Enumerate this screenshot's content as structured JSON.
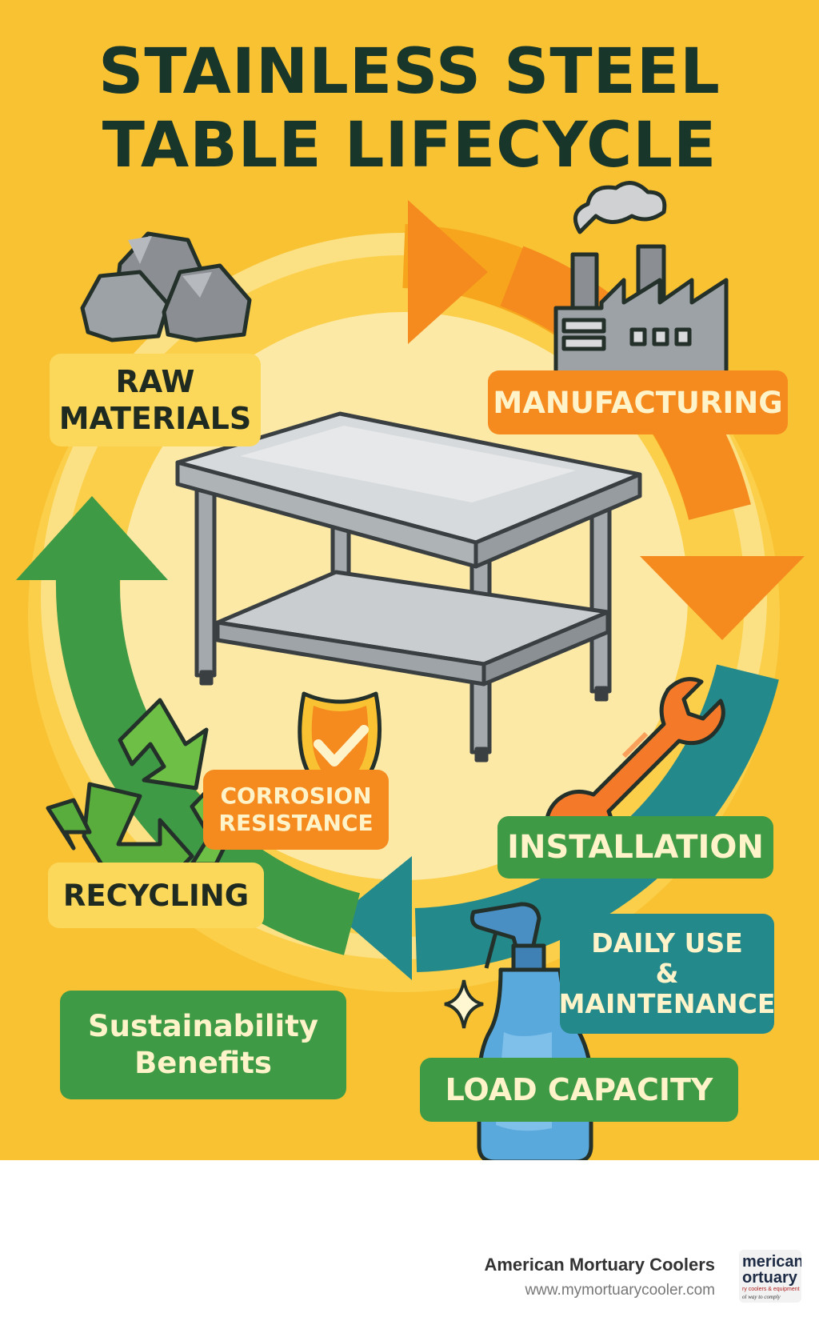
{
  "title": {
    "line1": "STAINLESS STEEL",
    "line2": "TABLE LIFECYCLE"
  },
  "stages": {
    "raw_materials": {
      "line1": "RAW",
      "line2": "MATERIALS"
    },
    "manufacturing": "MANUFACTURING",
    "installation": "INSTALLATION",
    "daily_use": {
      "line1": "DAILY USE",
      "line2": "&",
      "line3": "MAINTENANCE"
    },
    "load_capacity": "LOAD CAPACITY",
    "corrosion": {
      "line1": "CORROSION",
      "line2": "RESISTANCE"
    },
    "recycling": "RECYCLING",
    "sustainability": {
      "line1": "Sustainability",
      "line2": "Benefits"
    }
  },
  "icons": [
    "rocks-icon",
    "factory-icon",
    "table-icon",
    "wrench-icon",
    "spray-bottle-icon",
    "sparkle-icon",
    "recycle-icon",
    "shield-check-icon"
  ],
  "colors": {
    "background": "#f9c232",
    "orange": "#f58a1f",
    "green": "#3f9a45",
    "teal": "#24898a",
    "title": "#18362a"
  },
  "footer": {
    "brand": "American Mortuary Coolers",
    "url": "www.mymortuarycooler.com",
    "logo_line1": "merican",
    "logo_line2": "ortuary",
    "logo_line3": "ry coolers & equipment",
    "logo_line4": "ol way to comply"
  }
}
